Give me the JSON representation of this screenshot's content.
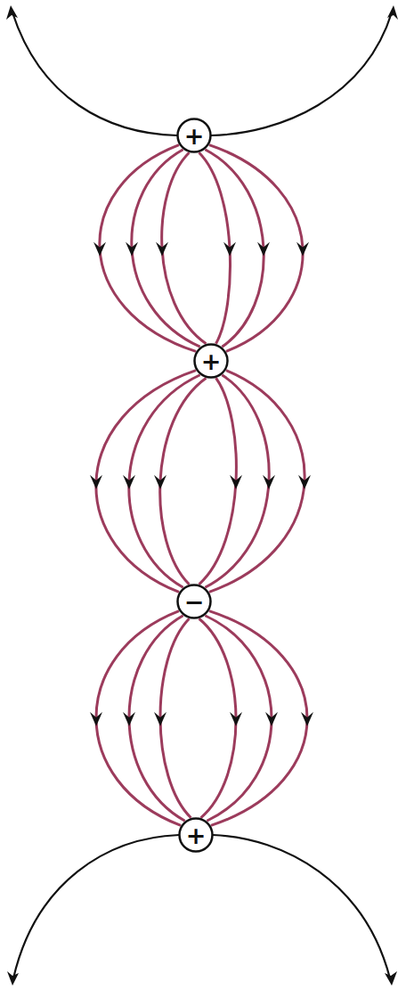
{
  "diagram": {
    "nodes": [
      {
        "text": [
          "+"
        ]
      },
      {
        "text": [
          "+"
        ]
      },
      {
        "text": [
          "−"
        ]
      },
      {
        "text": [
          "+"
        ]
      }
    ],
    "edges": [
      {
        "from": 0,
        "to": 1,
        "arrow": "to"
      },
      {
        "from": 0,
        "to": 1,
        "arrow": "to"
      },
      {
        "from": 0,
        "to": 1,
        "arrow": "to"
      },
      {
        "from": 0,
        "to": 1,
        "arrow": "to"
      },
      {
        "from": 0,
        "to": 1,
        "arrow": "to"
      },
      {
        "from": 0,
        "to": 1,
        "arrow": "to"
      },
      {
        "from": 1,
        "to": 2,
        "arrow": "to"
      },
      {
        "from": 1,
        "to": 2,
        "arrow": "to"
      },
      {
        "from": 1,
        "to": 2,
        "arrow": "to"
      },
      {
        "from": 1,
        "to": 2,
        "arrow": "to"
      },
      {
        "from": 1,
        "to": 2,
        "arrow": "to"
      },
      {
        "from": 1,
        "to": 2,
        "arrow": "to"
      },
      {
        "from": 2,
        "to": 3,
        "arrow": "to"
      },
      {
        "from": 2,
        "to": 3,
        "arrow": "to"
      },
      {
        "from": 2,
        "to": 3,
        "arrow": "to"
      },
      {
        "from": 2,
        "to": 3,
        "arrow": "to"
      },
      {
        "from": 2,
        "to": 3,
        "arrow": "to"
      },
      {
        "from": 2,
        "to": 3,
        "arrow": "to"
      }
    ]
  }
}
